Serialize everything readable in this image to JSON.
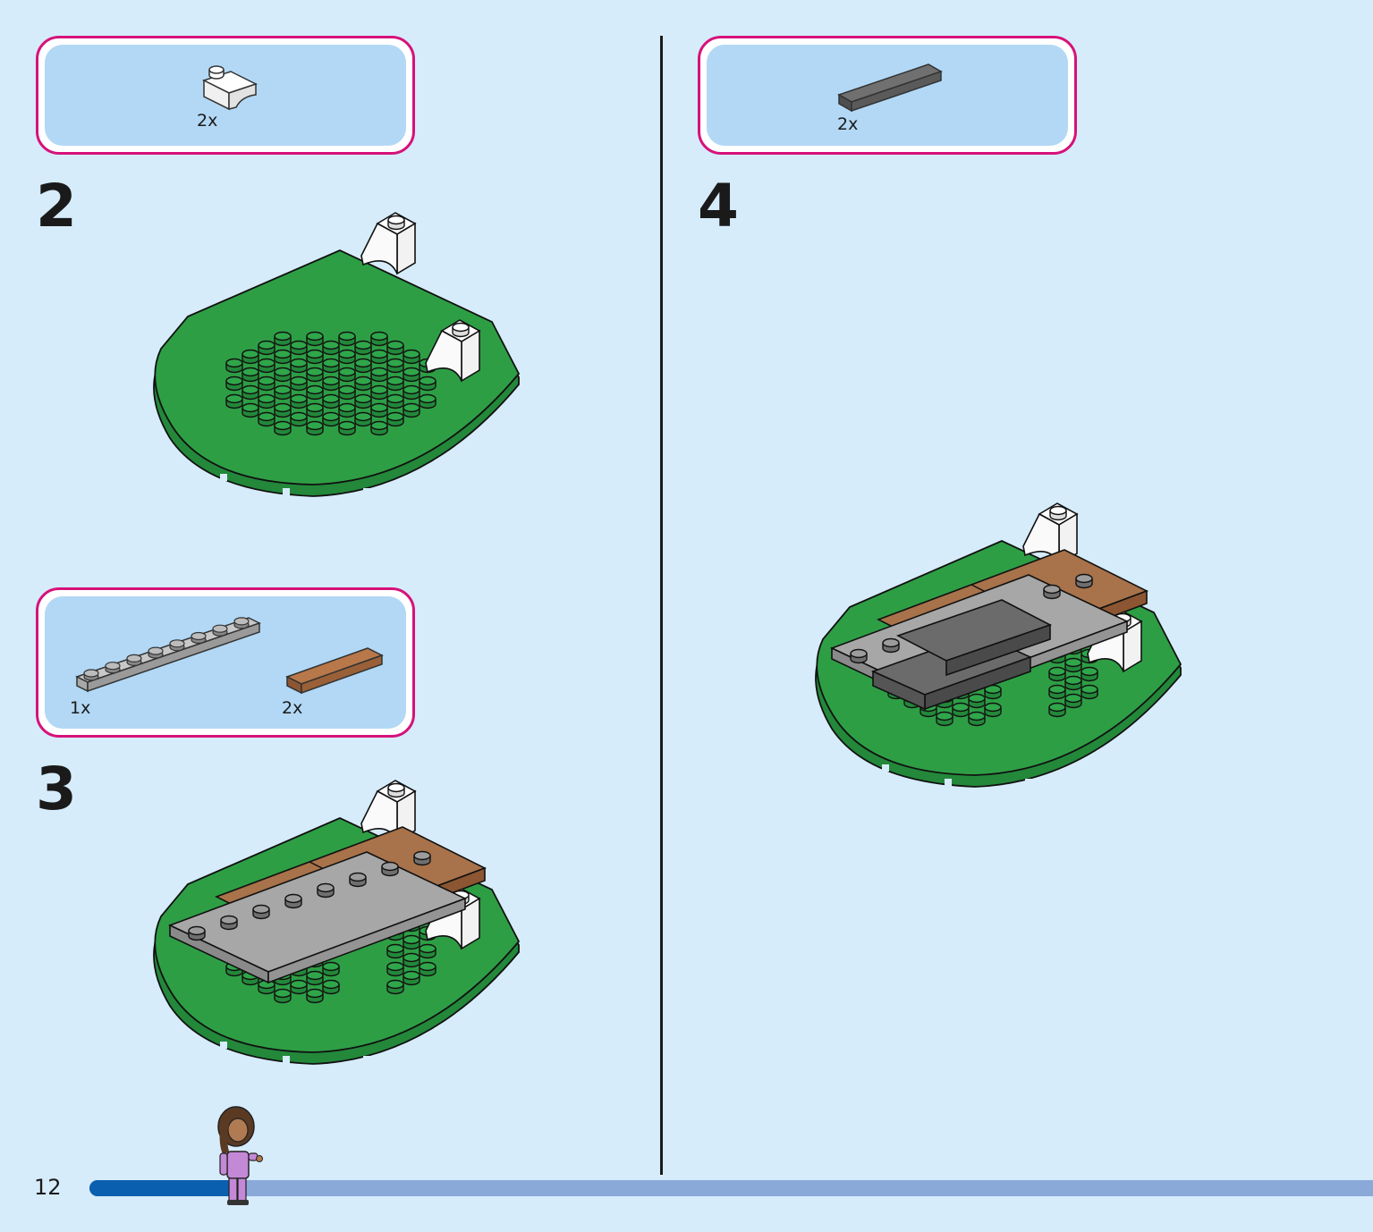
{
  "page": {
    "number": "12"
  },
  "progress": {
    "fraction": 0.12
  },
  "steps": [
    {
      "number": "2",
      "parts": [
        {
          "name": "white-slope-brick",
          "qty": "2x"
        }
      ]
    },
    {
      "number": "3",
      "parts": [
        {
          "name": "gray-plate-1x8",
          "qty": "1x"
        },
        {
          "name": "brown-tile",
          "qty": "2x"
        }
      ]
    },
    {
      "number": "4",
      "parts": [
        {
          "name": "dark-gray-tile",
          "qty": "2x"
        }
      ]
    }
  ],
  "colors": {
    "background": "#d6ecfb",
    "callout_border": "#d6127a",
    "callout_fill": "#b2d8f5",
    "baseplate_green": "#2e9e45",
    "stud_green": "#23883a",
    "brick_white": "#ffffff",
    "plate_gray": "#a7a7a7",
    "tile_brown": "#a8724a",
    "tile_dark_gray": "#6b6b6b",
    "progress_fill": "#0a5fae",
    "progress_track": "#8aa9d8"
  }
}
